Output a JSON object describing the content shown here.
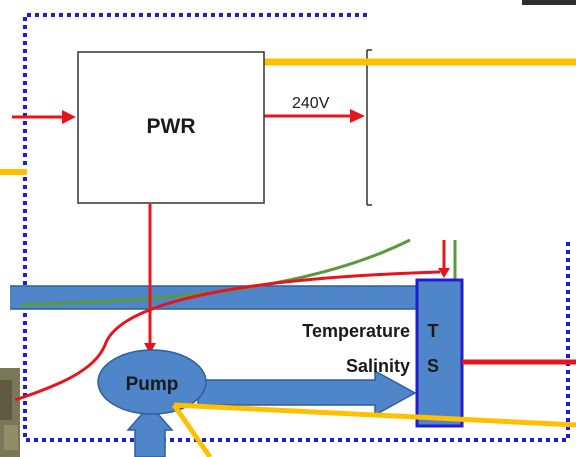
{
  "labels": {
    "pwr": "PWR",
    "voltage": "240V",
    "temperature": "Temperature",
    "salinity": "Salinity",
    "t_letter": "T",
    "s_letter": "S",
    "pump": "Pump"
  },
  "colors": {
    "power_line": "#e8141b",
    "signal_line": "#ffc000",
    "sensor_line": "#5a9a3c",
    "pipe_fill": "#4f86c9",
    "pipe_stroke": "#2f5d9e",
    "sensor_border": "#1f1fd0",
    "dotted_border": "#1c1cd8",
    "box_border": "#333333"
  }
}
